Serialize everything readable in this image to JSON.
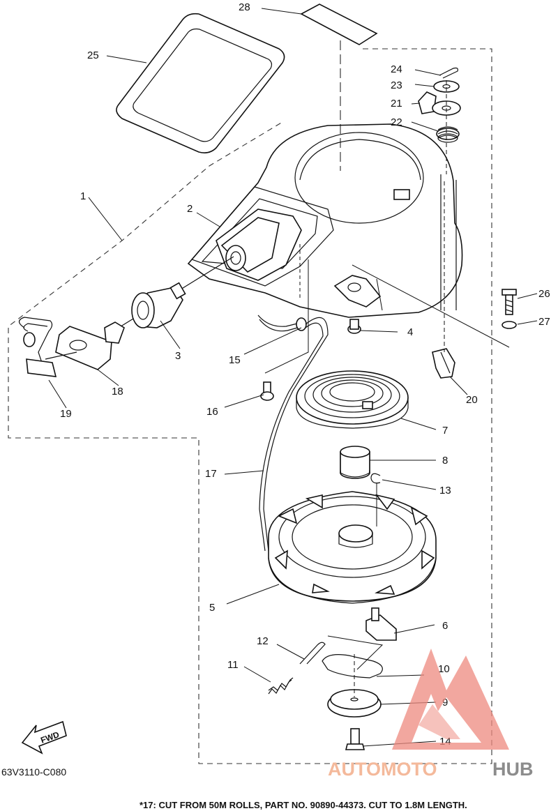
{
  "callouts": {
    "c1": "1",
    "c2": "2",
    "c3": "3",
    "c4": "4",
    "c5": "5",
    "c6": "6",
    "c7": "7",
    "c8": "8",
    "c9": "9",
    "c10": "10",
    "c11": "11",
    "c12": "12",
    "c13": "13",
    "c14": "14",
    "c15": "15",
    "c16": "16",
    "c17": "17",
    "c18": "18",
    "c19": "19",
    "c20": "20",
    "c21": "21",
    "c22": "22",
    "c23": "23",
    "c24": "24",
    "c25": "25",
    "c26": "26",
    "c27": "27",
    "c28": "28"
  },
  "diagram_code": "63V3110-C080",
  "footnote": "*17: CUT FROM 50M ROLLS, PART NO. 90890-44373. CUT TO 1.8M LENGTH.",
  "fwd_label": "FWD",
  "watermark": {
    "part1": "AUTOMOTO",
    "part2": "HUB",
    "color_red": "#e23b2e",
    "color_grey": "#8c8c8c"
  }
}
